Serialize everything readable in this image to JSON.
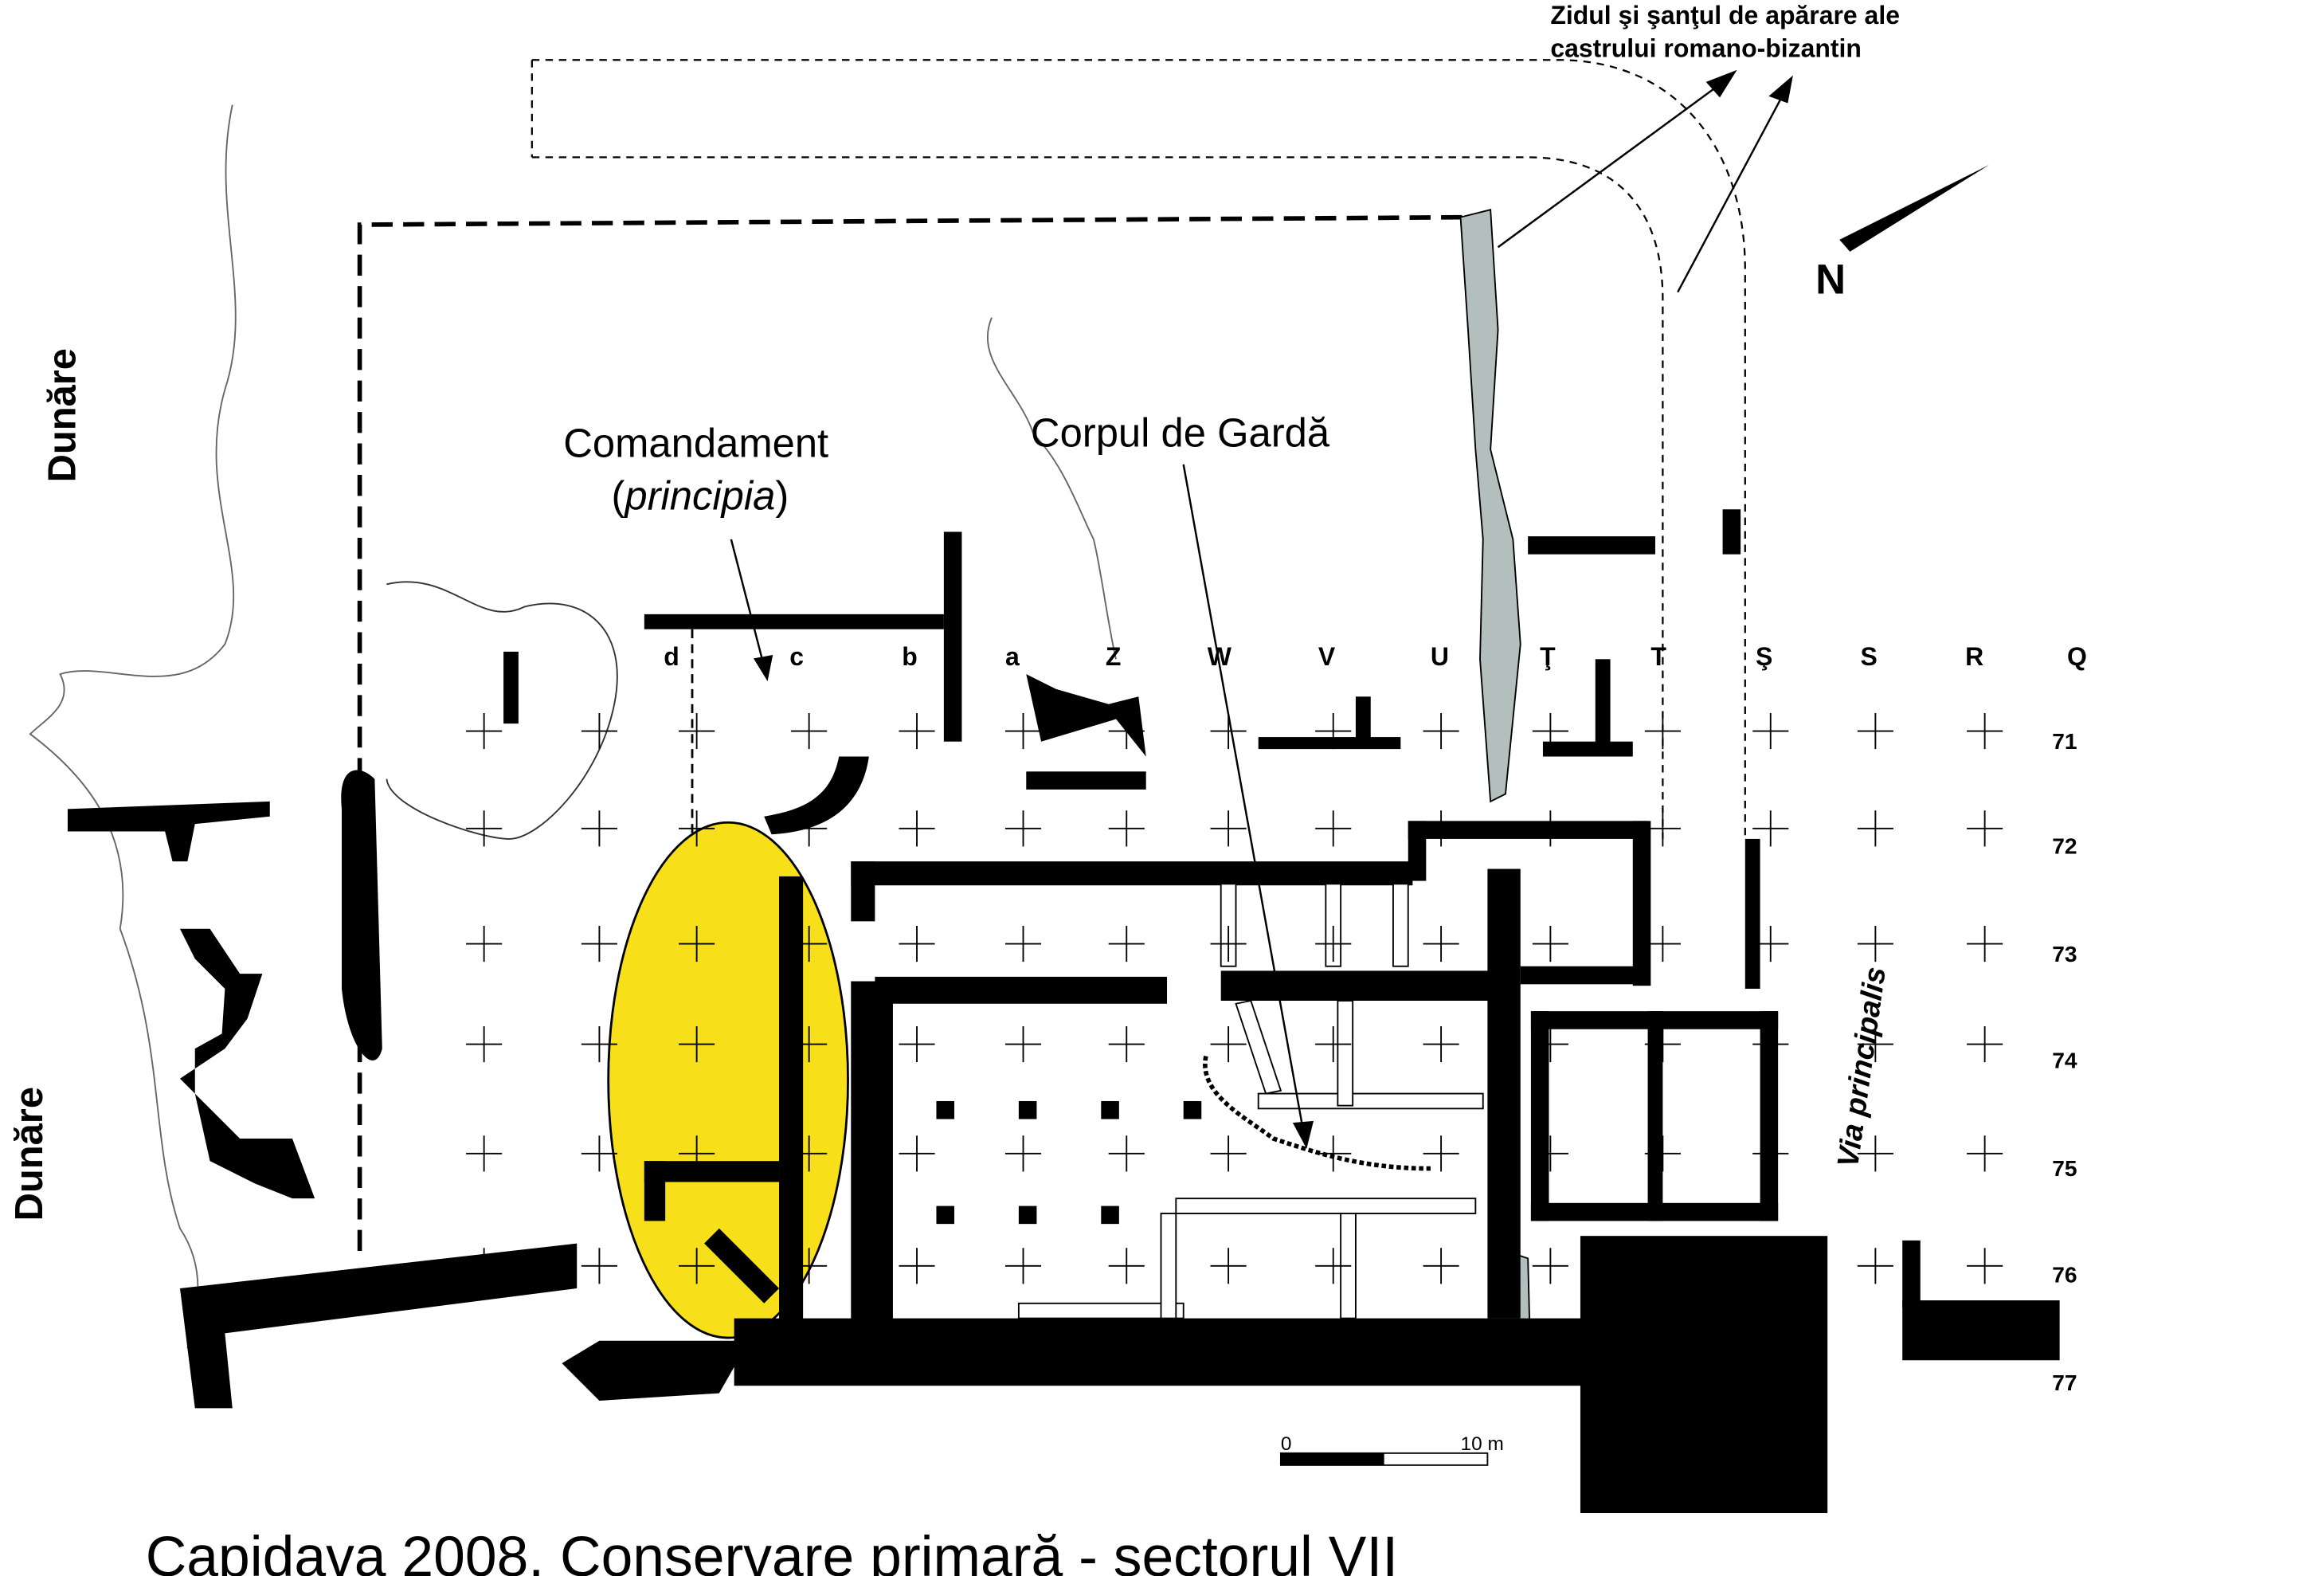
{
  "title": "Capidava 2008. Conservare primară - sectorul VII",
  "labels": {
    "fortification_line1": "Zidul şi şanţul de apărare ale",
    "fortification_line2": "castrului romano-bizantin",
    "river_top": "Dunăre",
    "river_bottom": "Dunăre",
    "principia_line1": "Comandament",
    "principia_open": "(",
    "principia_italic": "principia",
    "principia_close": ")",
    "guard": "Corpul de Gardă",
    "via": "Via principalis",
    "north": "N"
  },
  "grid": {
    "columns": [
      "d",
      "c",
      "b",
      "a",
      "Z",
      "W",
      "V",
      "U",
      "Ţ",
      "T",
      "Ş",
      "S",
      "R",
      "Q"
    ],
    "rows": [
      "71",
      "72",
      "73",
      "74",
      "75",
      "76",
      "77"
    ]
  },
  "scale_bar": {
    "start": "0",
    "end": "10 m"
  },
  "colors": {
    "highlight": "#f7e01a",
    "stone": "#b3bfbd",
    "wall": "#000000"
  }
}
